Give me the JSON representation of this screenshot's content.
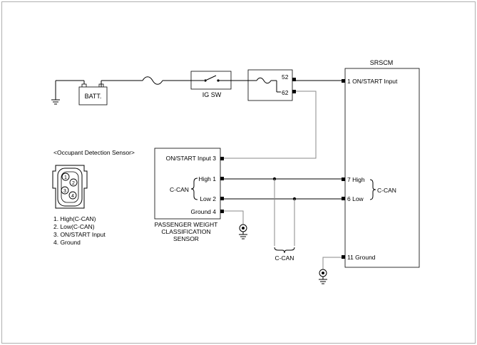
{
  "labels": {
    "srscm": "SRSCM",
    "batt": "BATT.",
    "igsw": "IG SW",
    "relay_pin_52": "52",
    "relay_pin_62": "62",
    "srscm_pin_1": "1 ON/START Input",
    "srscm_pin_7": "7 High",
    "srscm_pin_6": "6 Low",
    "srscm_pin_11": "11 Ground",
    "ccan_right": "C-CAN",
    "ccan_bottom": "C-CAN",
    "pwcs_on_start": "ON/START Input 3",
    "pwcs_high": "High 1",
    "pwcs_low": "Low 2",
    "pwcs_ground": "Ground 4",
    "pwcs_ccan": "C-CAN",
    "pwcs_name_line1": "PASSENGER WEIGHT",
    "pwcs_name_line2": "CLASSIFICATION",
    "pwcs_name_line3": "SENSOR",
    "sensor_title": "<Occupant Detection Sensor>",
    "connector_pins": [
      "1",
      "2",
      "3",
      "4"
    ],
    "legend": [
      "1. High(C-CAN)",
      "2. Low(C-CAN)",
      "3. ON/START Input",
      "4. Ground"
    ]
  }
}
